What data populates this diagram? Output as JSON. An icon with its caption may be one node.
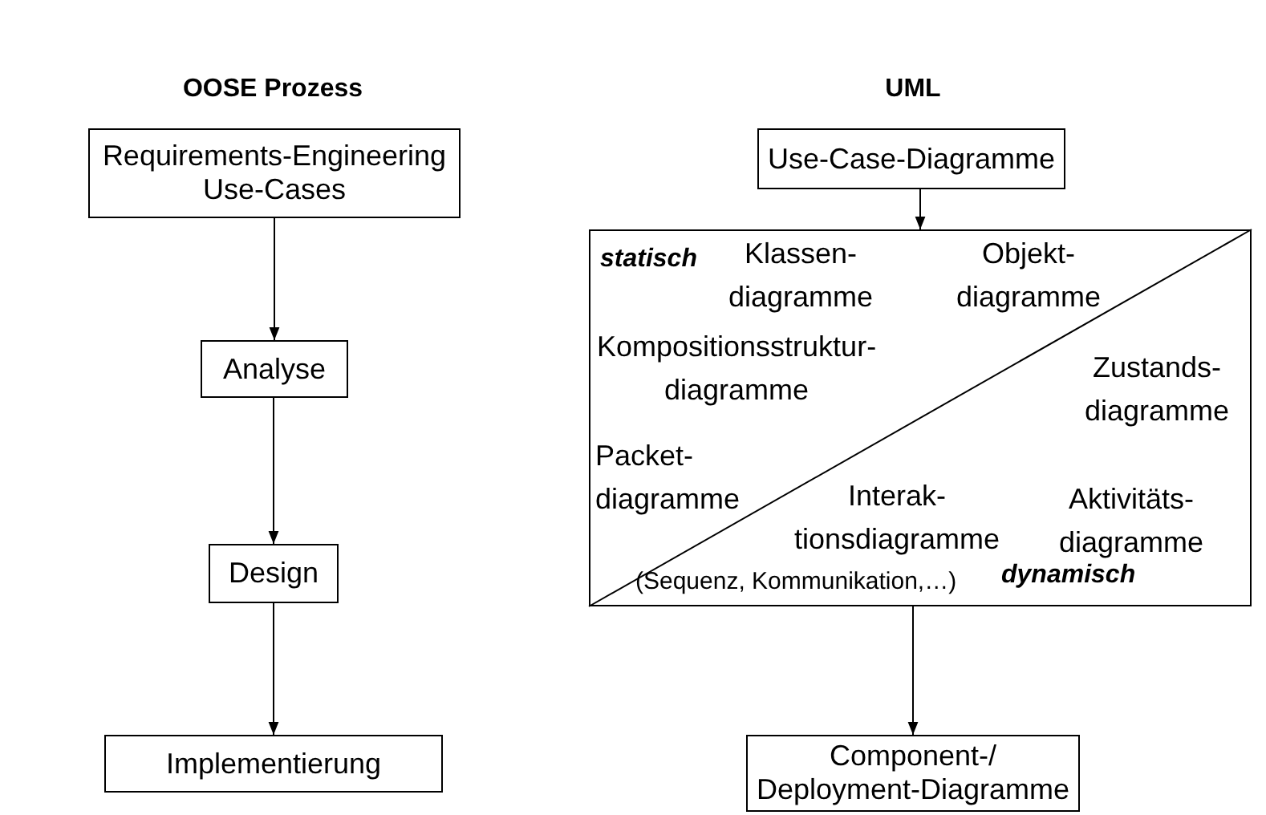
{
  "diagram": {
    "nodes": [
      {
        "text": [
          "Requirements-Engineering Use-Cases"
        ]
      },
      {
        "text": [
          "Analyse"
        ]
      },
      {
        "text": [
          "Design"
        ]
      },
      {
        "text": [
          "Implementierung"
        ]
      },
      {
        "text": [
          "Use-Case-Diagramme"
        ]
      },
      {
        "text": [
          "statisch",
          "Klassen- diagramme",
          "Objekt- diagramme",
          "Kompositionsstruktur- diagramme",
          "Zustands- diagramme",
          "Packet- diagramme",
          "Interak- tionsdiagramme",
          "Aktivitäts- diagramme",
          "(Sequenz, Kommunikation,…)",
          "dynamisch"
        ]
      },
      {
        "text": [
          "Component-/ Deployment-Diagramme"
        ]
      }
    ],
    "edges": [
      {
        "from": 0,
        "to": 1,
        "arrow": "to"
      },
      {
        "from": 1,
        "to": 2,
        "arrow": "to"
      },
      {
        "from": 2,
        "to": 3,
        "arrow": "to"
      },
      {
        "from": 4,
        "to": 5,
        "arrow": "to"
      },
      {
        "from": 5,
        "to": 6,
        "arrow": "to"
      }
    ],
    "labels": [
      "OOSE Prozess",
      "UML"
    ]
  }
}
